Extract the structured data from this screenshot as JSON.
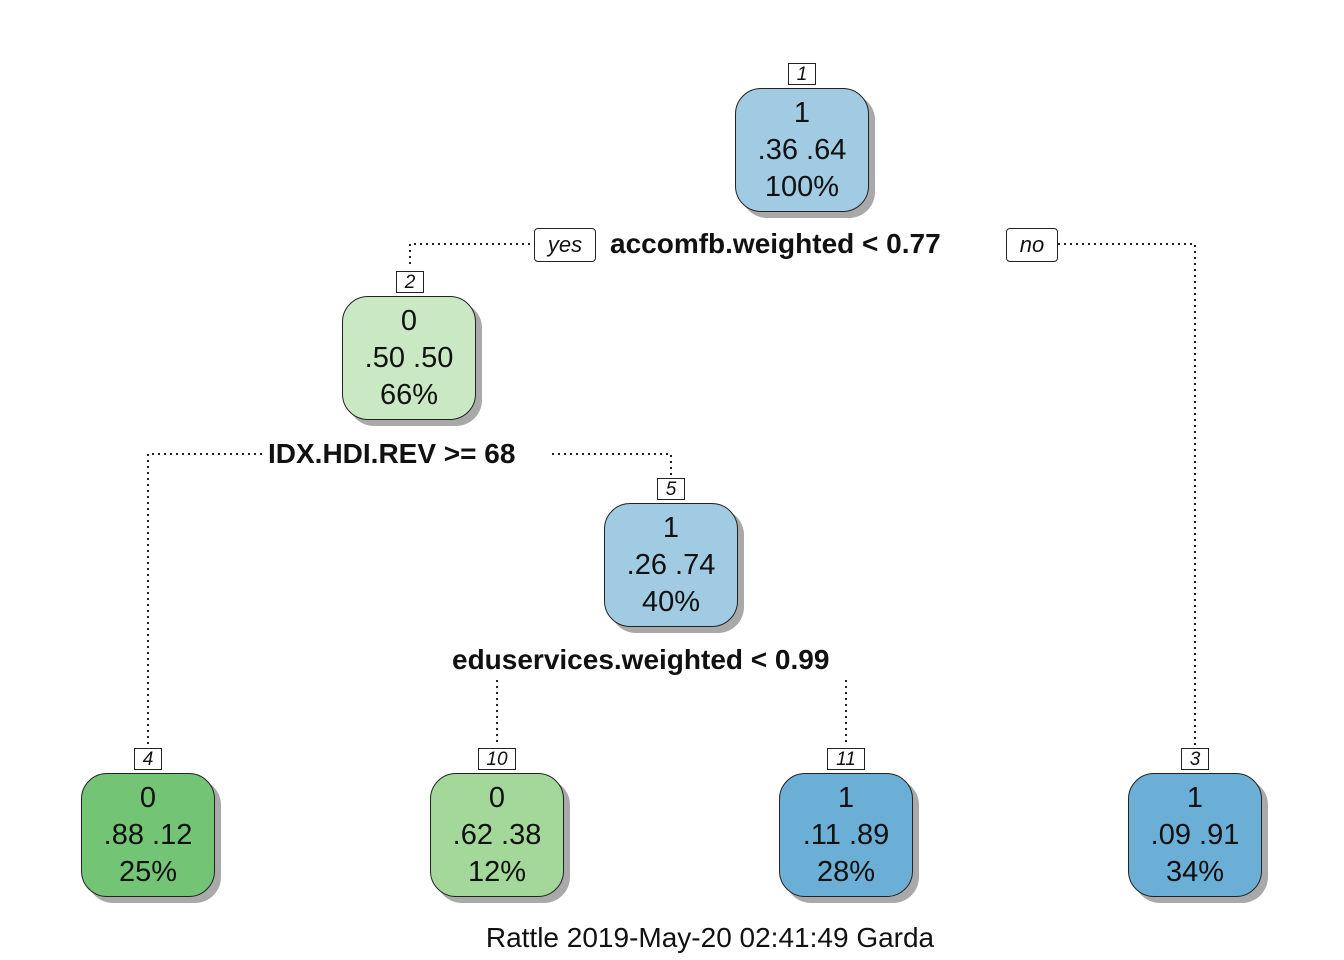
{
  "nodes": [
    {
      "id": "1",
      "class": "1",
      "probs": ".36  .64",
      "pct": "100%",
      "color": "#a1cbe2"
    },
    {
      "id": "2",
      "class": "0",
      "probs": ".50  .50",
      "pct": "66%",
      "color": "#c9e8c3"
    },
    {
      "id": "5",
      "class": "1",
      "probs": ".26  .74",
      "pct": "40%",
      "color": "#a1cbe2"
    },
    {
      "id": "4",
      "class": "0",
      "probs": ".88  .12",
      "pct": "25%",
      "color": "#74c476"
    },
    {
      "id": "10",
      "class": "0",
      "probs": ".62  .38",
      "pct": "12%",
      "color": "#a3d89a"
    },
    {
      "id": "11",
      "class": "1",
      "probs": ".11  .89",
      "pct": "28%",
      "color": "#6baed6"
    },
    {
      "id": "3",
      "class": "1",
      "probs": ".09  .91",
      "pct": "34%",
      "color": "#6baed6"
    }
  ],
  "splits": {
    "root": "accomfb.weighted < 0.77",
    "node2": "IDX.HDI.REV >= 68",
    "node5": "eduservices.weighted < 0.99"
  },
  "branch_labels": {
    "yes": "yes",
    "no": "no"
  },
  "footer": "Rattle 2019-May-20 02:41:49 Garda"
}
